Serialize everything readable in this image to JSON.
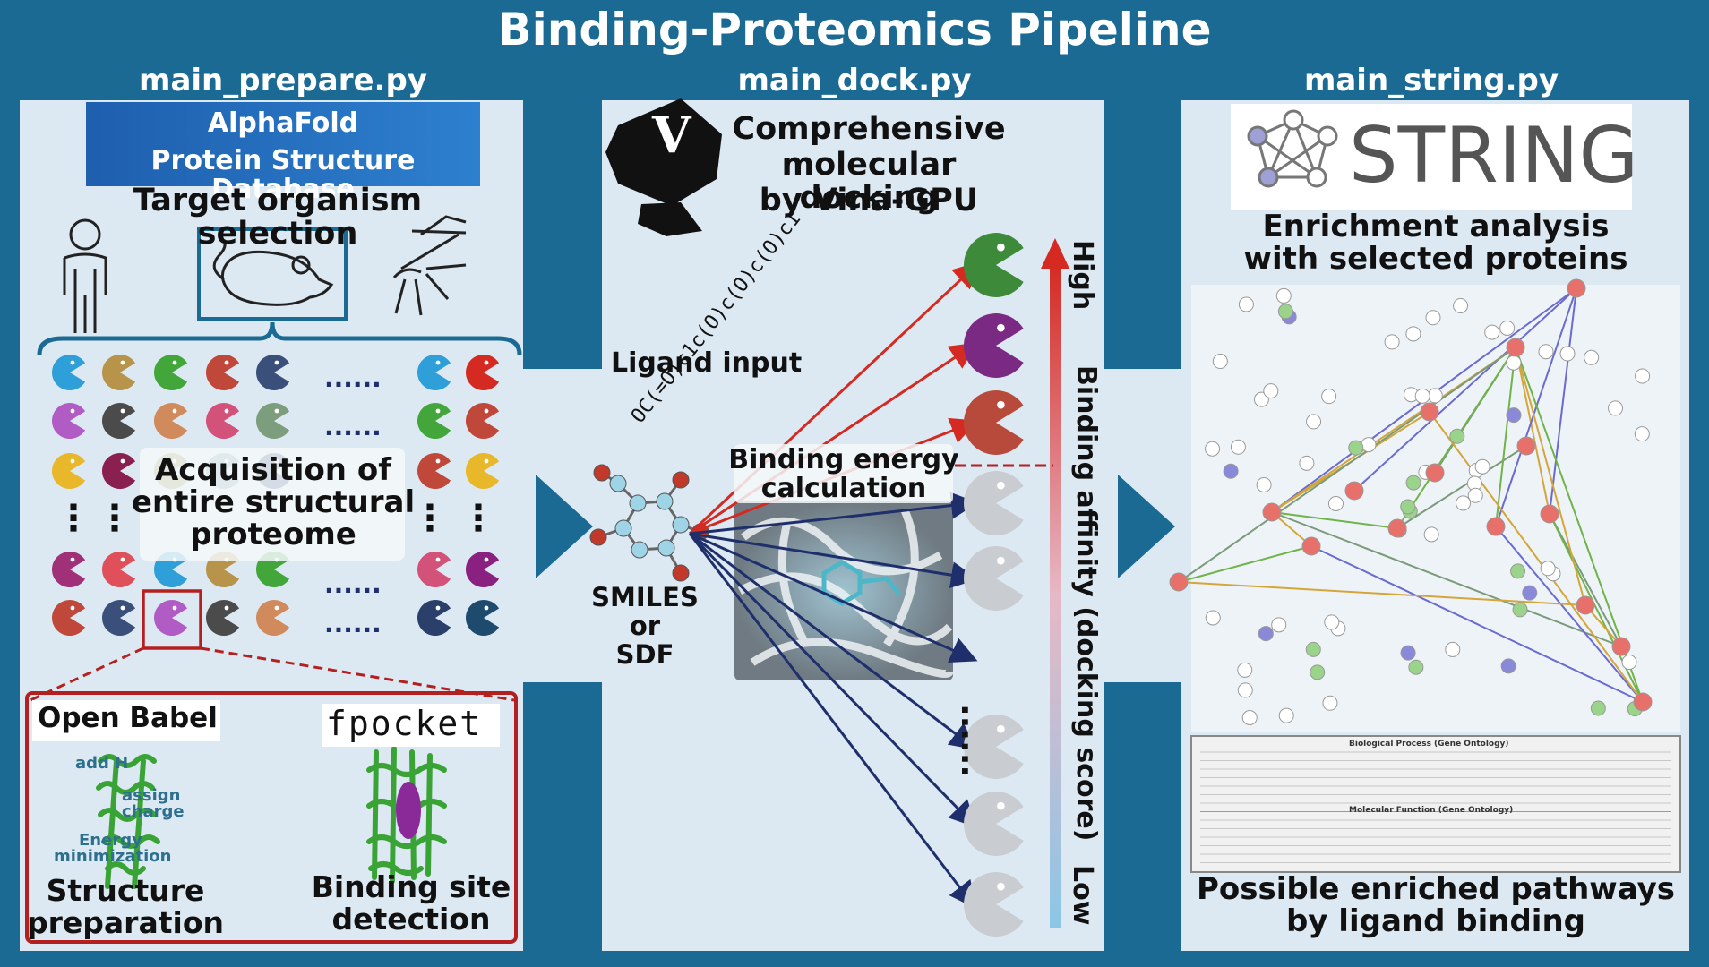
{
  "title": "Binding-Proteomics Pipeline",
  "scripts": [
    "main_prepare.py",
    "main_dock.py",
    "main_string.py"
  ],
  "prepare": {
    "alphafold_line1": "AlphaFold",
    "alphafold_line2": "Protein Structure Database",
    "organism_selection": "Target organism selection",
    "acquisition_line1": "Acquisition of",
    "acquisition_line2": "entire structural",
    "acquisition_line3": "proteome",
    "ellipsis": "......",
    "vdots": "⋮",
    "openbabel": "Open Babel",
    "add_h": "add H",
    "assign_charge_1": "assign",
    "assign_charge_2": "charge",
    "energy_1": "Energy",
    "energy_2": "minimization",
    "structure_prep_1": "Structure",
    "structure_prep_2": "preparation",
    "fpocket": "fpocket",
    "binding_site_1": "Binding site",
    "binding_site_2": "detection"
  },
  "dock": {
    "vina_logo": "V",
    "heading_1": "Comprehensive",
    "heading_2": "molecular docking",
    "heading_3": "by Vina-GPU",
    "ligand_input": "Ligand input",
    "smiles": "SMILES",
    "or": "or",
    "sdf": "SDF",
    "smiles_string": "OC(=O)c1c(O)c(O)c(O)c1",
    "binding_energy_1": "Binding energy",
    "binding_energy_2": "calculation",
    "high": "High",
    "low": "Low",
    "affinity_label": "Binding affinity (docking score)",
    "dots": "......"
  },
  "string": {
    "logo": "STRING",
    "heading_1": "Enrichment analysis",
    "heading_2": "with selected proteins",
    "footer_1": "Possible enriched pathways",
    "footer_2": "by ligand binding",
    "table1_title": "Biological Process (Gene Ontology)",
    "table2_title": "Molecular Function (Gene Ontology)"
  },
  "colors": {
    "background": "#1b6a93",
    "panel": "#dde9f2",
    "high_arrow": "#d42a22",
    "low_arrow": "#1f2f6b",
    "outline_red": "#b3201f"
  }
}
